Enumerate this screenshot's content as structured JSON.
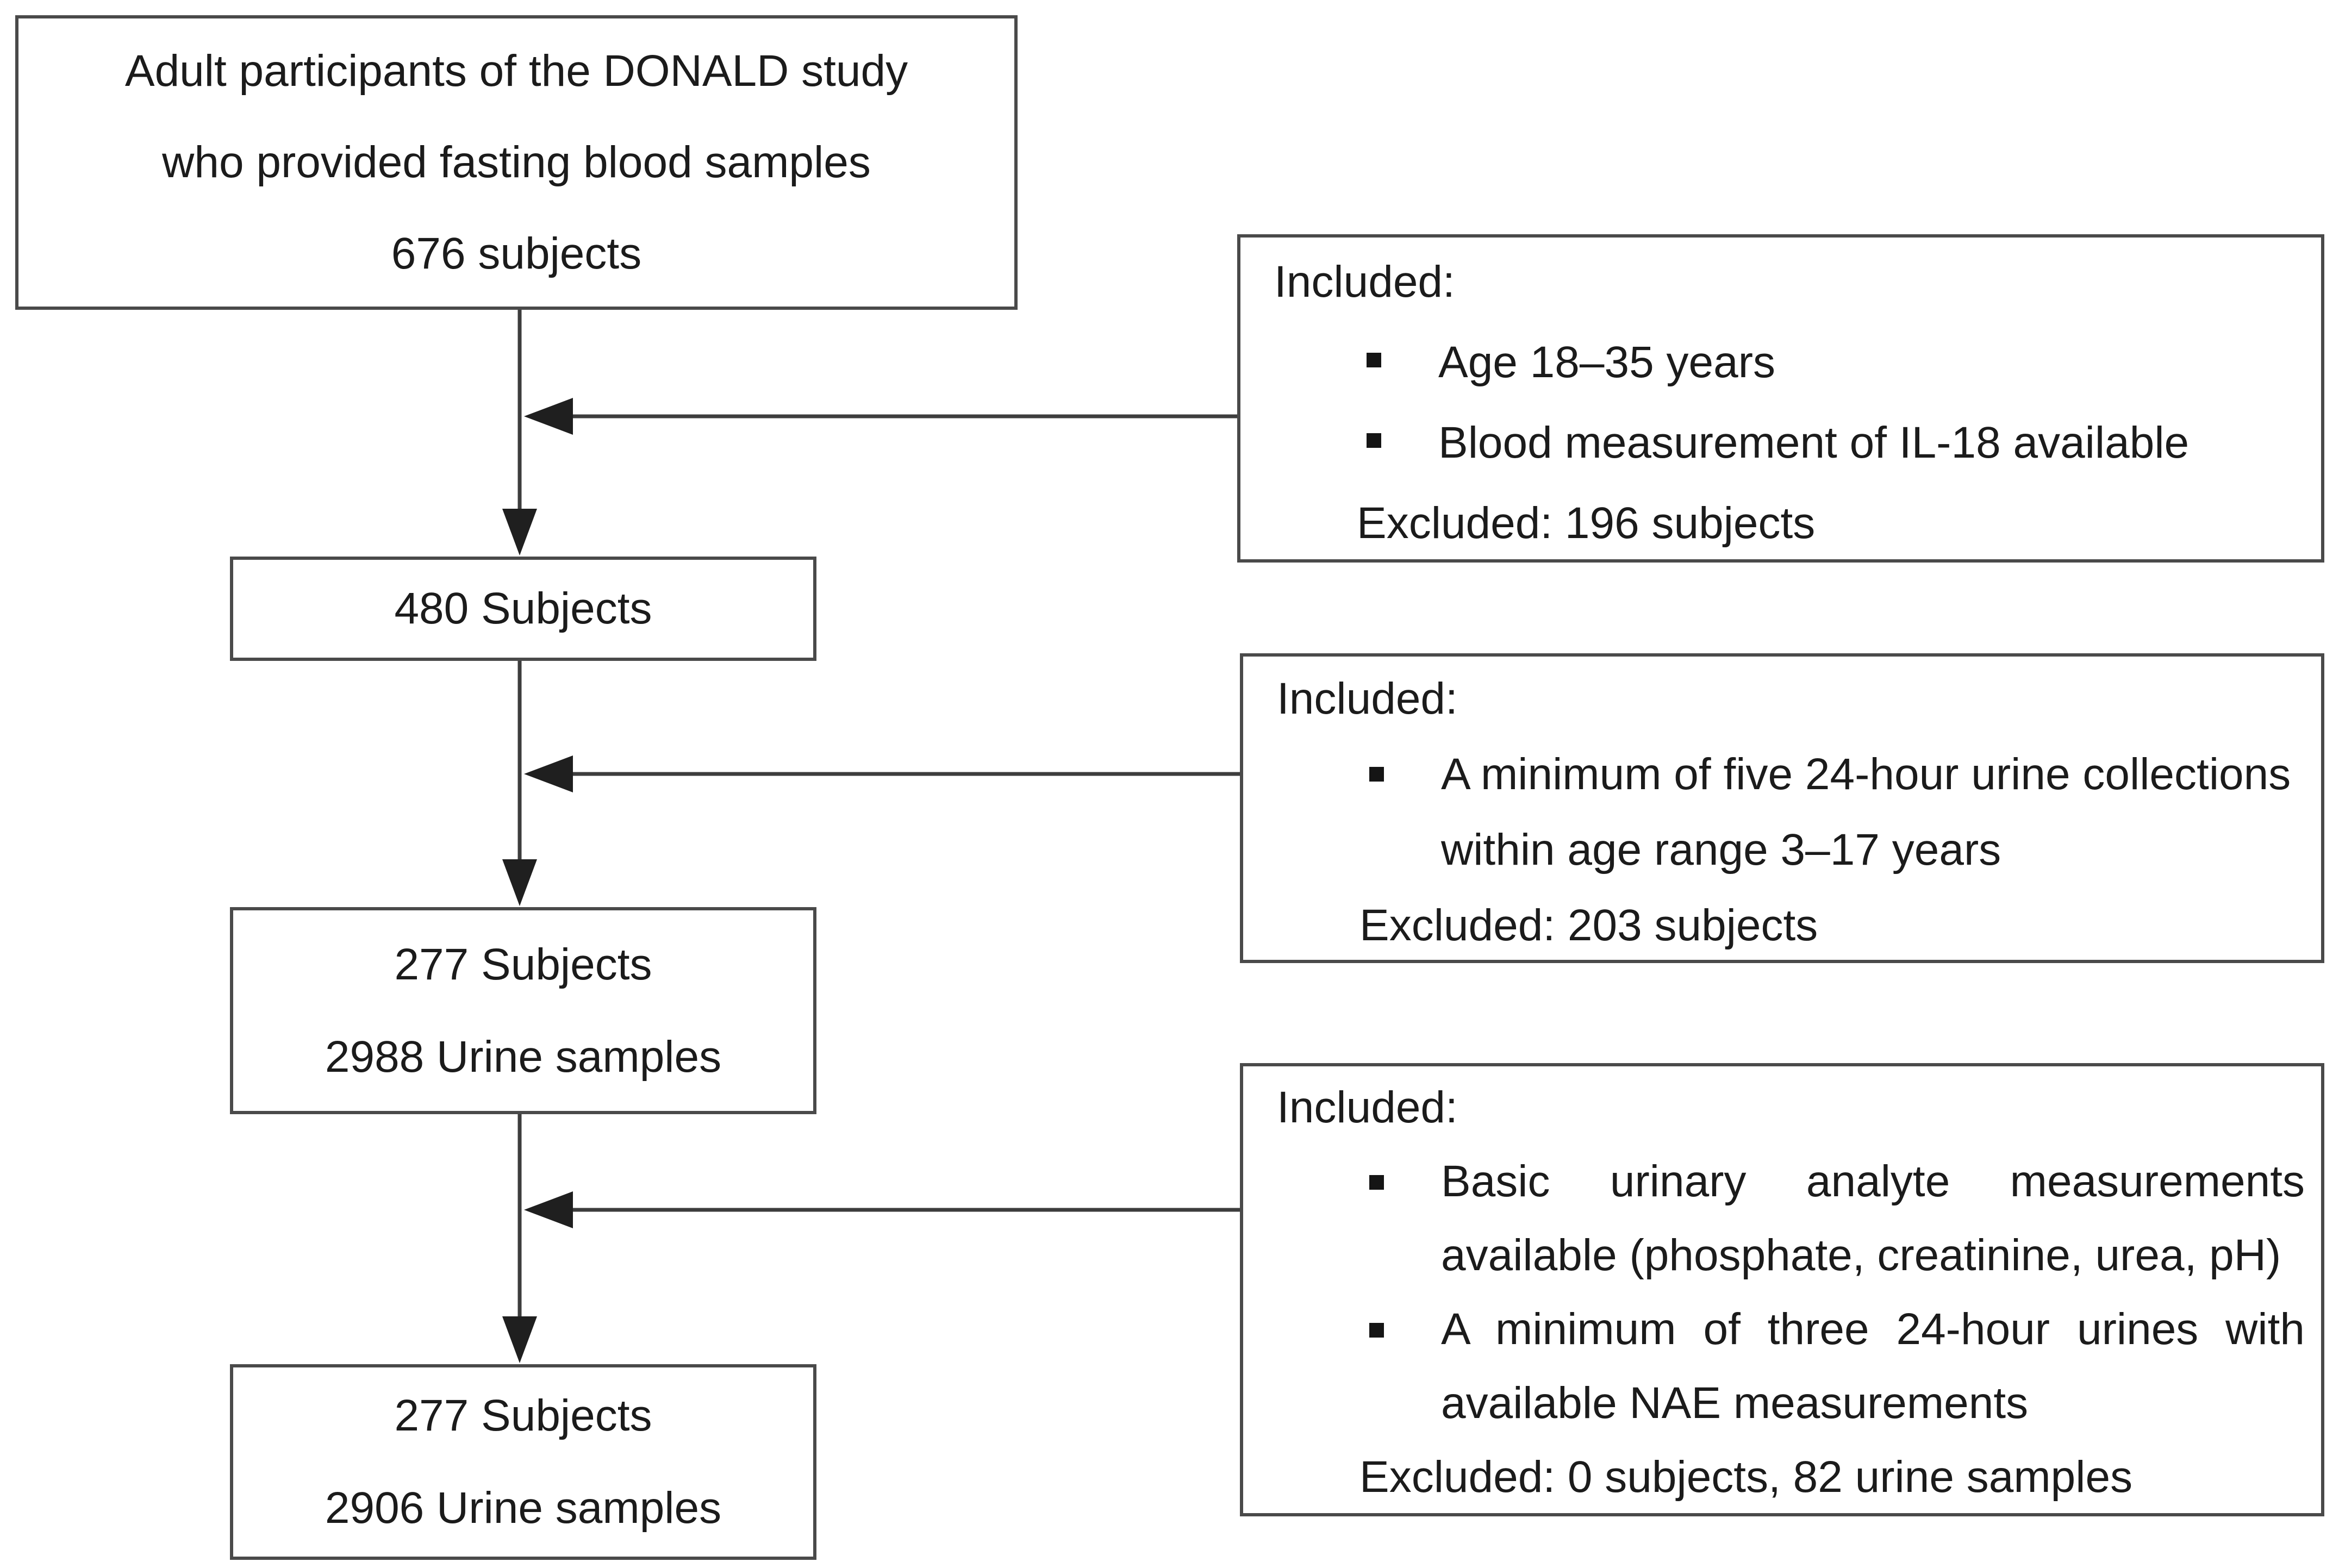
{
  "diagram": {
    "flow_boxes": [
      {
        "lines": [
          "Adult participants of the DONALD study",
          "who provided fasting blood samples",
          "676 subjects"
        ]
      },
      {
        "lines": [
          "480 Subjects"
        ]
      },
      {
        "lines": [
          "277 Subjects",
          "2988 Urine samples"
        ]
      },
      {
        "lines": [
          "277 Subjects",
          "2906 Urine samples"
        ]
      }
    ],
    "criteria_boxes": [
      {
        "heading": "Included:",
        "bullets": [
          {
            "lines": [
              "Age 18–35 years"
            ]
          },
          {
            "lines": [
              "Blood measurement of IL-18 available"
            ]
          }
        ],
        "excluded": "Excluded: 196 subjects"
      },
      {
        "heading": "Included:",
        "bullets": [
          {
            "lines": [
              "A minimum of five 24-hour urine collections",
              "within age range 3–17 years"
            ]
          }
        ],
        "excluded": "Excluded: 203 subjects"
      },
      {
        "heading": "Included:",
        "bullets": [
          {
            "lines": [
              "Basic urinary analyte measurements",
              "available (phosphate, creatinine, urea, pH)"
            ]
          },
          {
            "lines": [
              "A minimum of three 24-hour urines with",
              "available NAE measurements"
            ]
          }
        ],
        "excluded": "Excluded: 0 subjects, 82 urine samples"
      }
    ],
    "colors": {
      "box_border": "#4a4a4a",
      "arrow_line": "#3d3d3d",
      "arrow_head": "#1f1f1f",
      "text": "#1b1b1b",
      "background": "#ffffff"
    }
  }
}
